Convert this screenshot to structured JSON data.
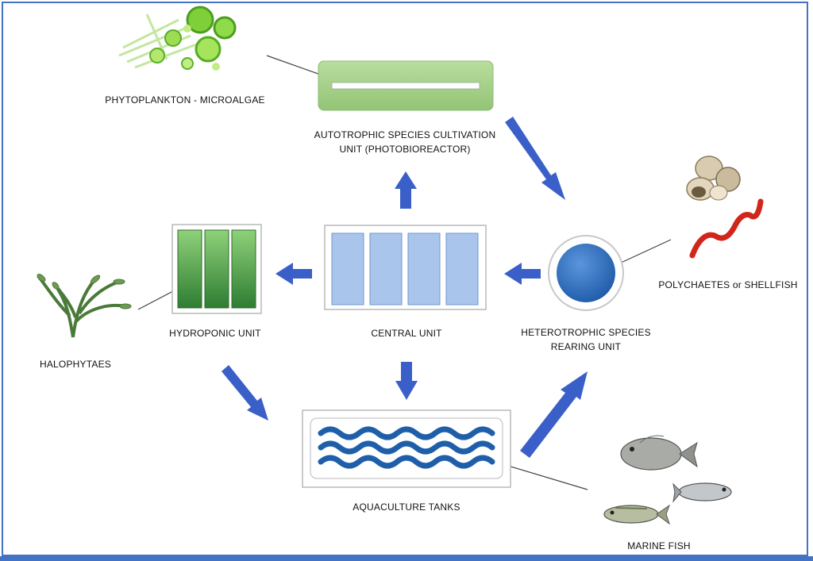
{
  "labels": {
    "phytoplankton": "PHYTOPLANKTON - MICROALGAE",
    "autotrophic_line1": "AUTOTROPHIC SPECIES CULTIVATION",
    "autotrophic_line2": "UNIT (PHOTOBIOREACTOR)",
    "polychaetes": "POLYCHAETES or SHELLFISH",
    "heterotrophic_line1": "HETEROTROPHIC SPECIES",
    "heterotrophic_line2": "REARING UNIT",
    "central": "CENTRAL UNIT",
    "hydroponic": "HYDROPONIC UNIT",
    "halophytaes": "HALOPHYTAES",
    "aquaculture": "AQUACULTURE TANKS",
    "marine_fish": "MARINE FISH"
  },
  "colors": {
    "arrow": "#3a5fc8",
    "frame": "#4472c4",
    "photobioreactor": "#a8d08d",
    "central_panel": "#a9c5ec",
    "hydroponic_dark": "#2e7d32",
    "hydroponic_light": "#8fd17a",
    "heterotrophic_circle": "#2f6fc0",
    "water": "#1f5faa"
  }
}
